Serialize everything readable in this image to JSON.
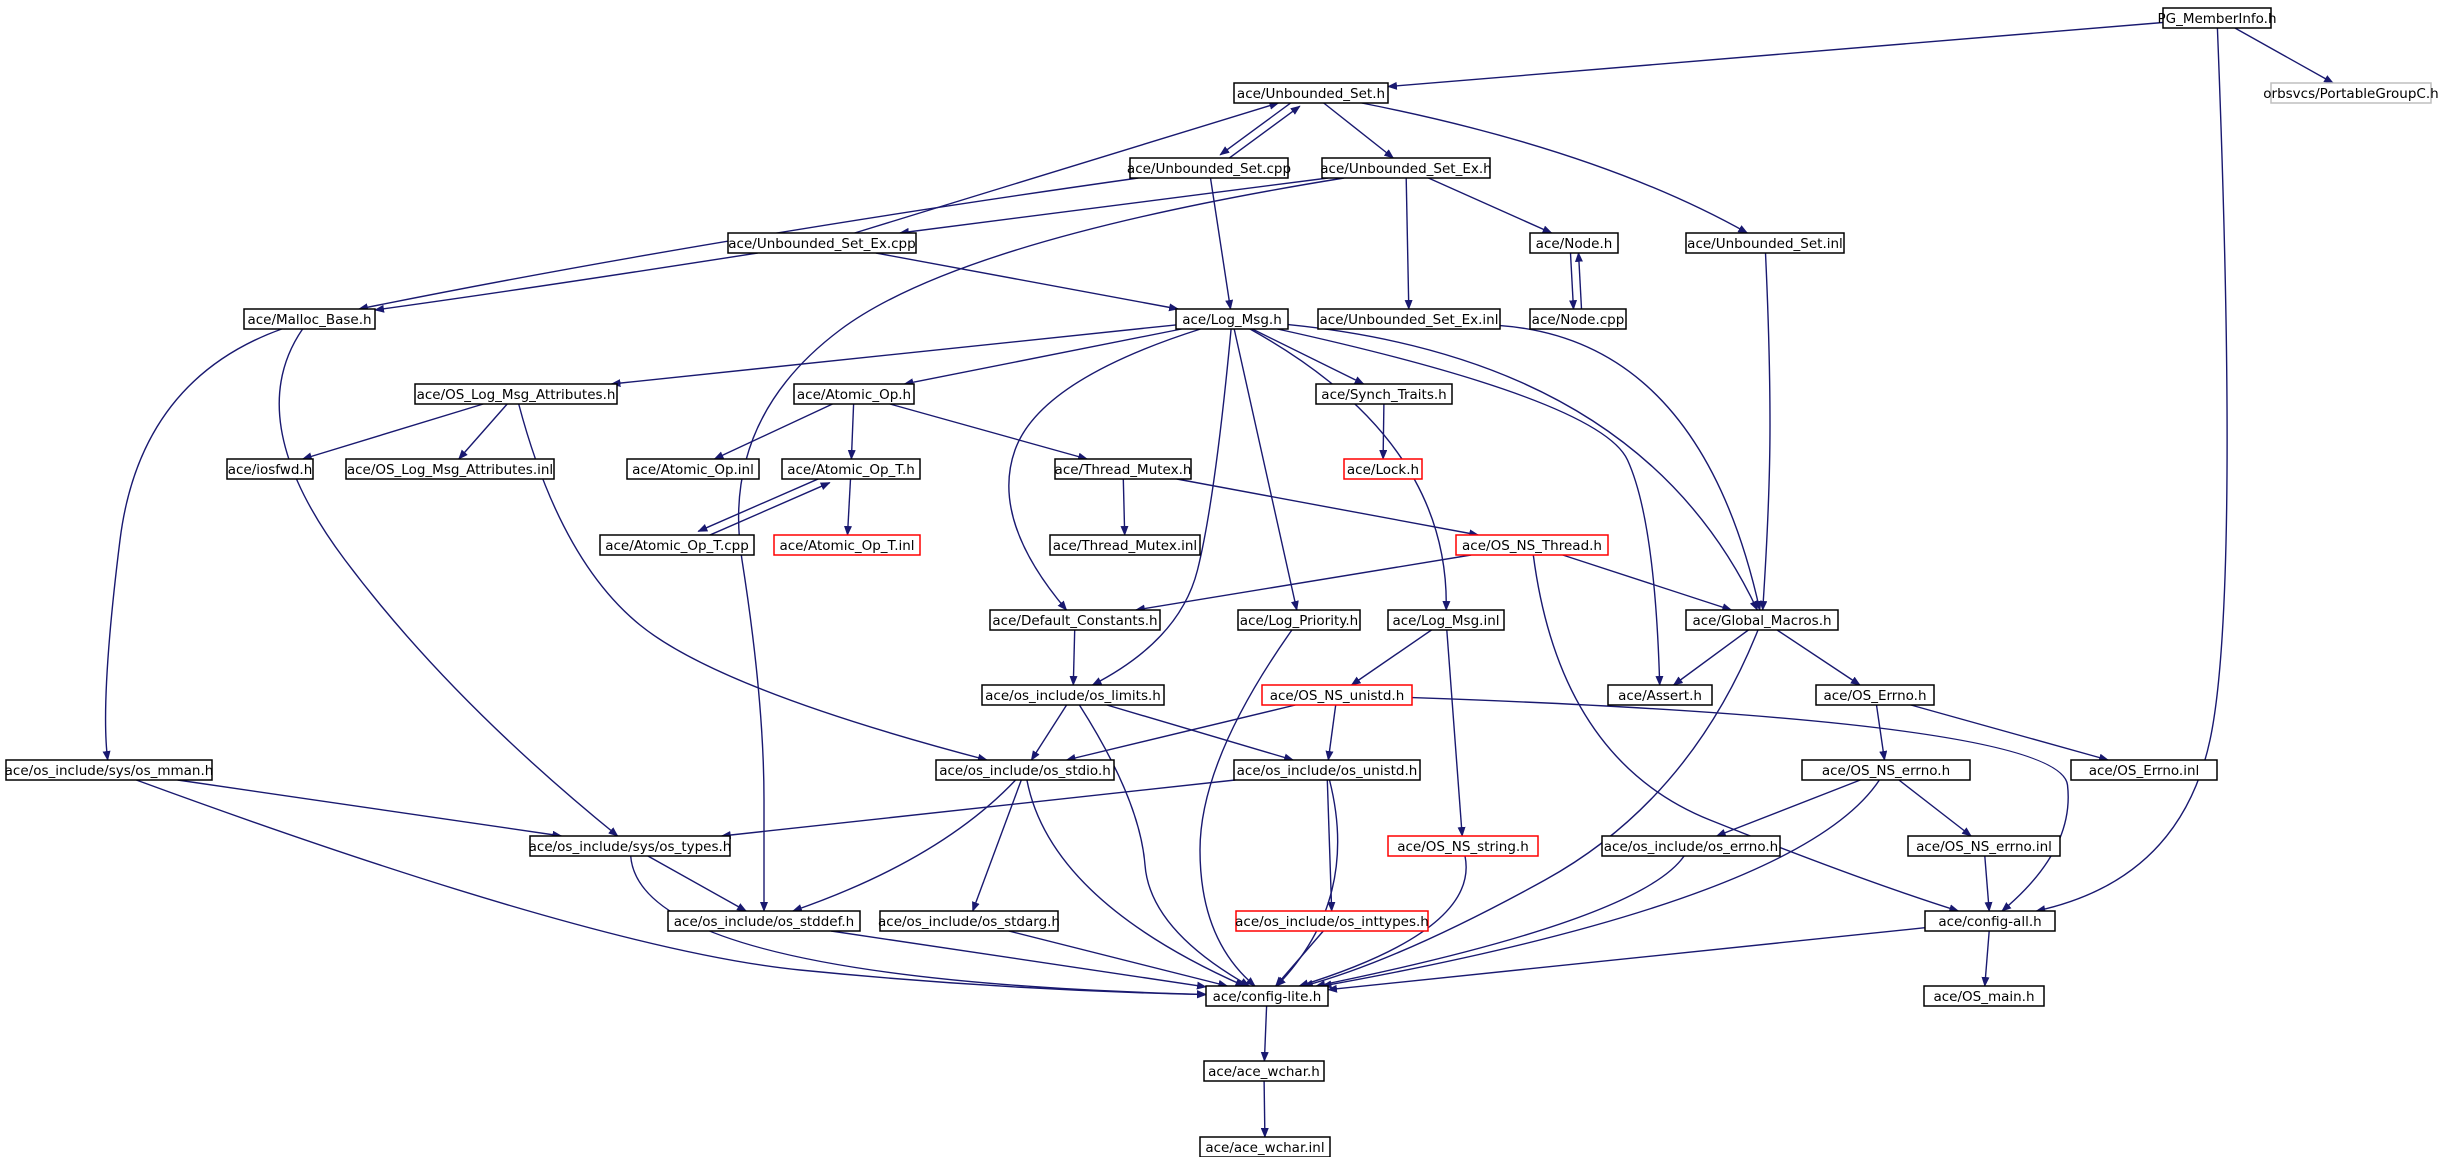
{
  "colors": {
    "edge": "#191970",
    "node_border": "#000000",
    "node_border_red": "#ff0000",
    "node_border_grey": "#bfbfbf",
    "root_fill": "#bfbfbf"
  },
  "nodes": [
    {
      "id": "pgmember",
      "label": "PG_MemberInfo.h",
      "style": "root"
    },
    {
      "id": "ubset",
      "label": "ace/Unbounded_Set.h"
    },
    {
      "id": "portable",
      "label": "orbsvcs/PortableGroupC.h",
      "style": "grey"
    },
    {
      "id": "ubsetcpp",
      "label": "ace/Unbounded_Set.cpp"
    },
    {
      "id": "ubsetex",
      "label": "ace/Unbounded_Set_Ex.h"
    },
    {
      "id": "ubsetexcpp",
      "label": "ace/Unbounded_Set_Ex.cpp"
    },
    {
      "id": "node",
      "label": "ace/Node.h"
    },
    {
      "id": "ubsetinl",
      "label": "ace/Unbounded_Set.inl"
    },
    {
      "id": "malloc",
      "label": "ace/Malloc_Base.h"
    },
    {
      "id": "logmsg",
      "label": "ace/Log_Msg.h"
    },
    {
      "id": "ubsetexinl",
      "label": "ace/Unbounded_Set_Ex.inl"
    },
    {
      "id": "nodecpp",
      "label": "ace/Node.cpp"
    },
    {
      "id": "oslogattr",
      "label": "ace/OS_Log_Msg_Attributes.h"
    },
    {
      "id": "atomicop",
      "label": "ace/Atomic_Op.h"
    },
    {
      "id": "synch",
      "label": "ace/Synch_Traits.h"
    },
    {
      "id": "iosfwd",
      "label": "ace/iosfwd.h"
    },
    {
      "id": "oslogattrinl",
      "label": "ace/OS_Log_Msg_Attributes.inl"
    },
    {
      "id": "atomicopinl",
      "label": "ace/Atomic_Op.inl"
    },
    {
      "id": "atomicopt",
      "label": "ace/Atomic_Op_T.h"
    },
    {
      "id": "threadmutex",
      "label": "ace/Thread_Mutex.h"
    },
    {
      "id": "lock",
      "label": "ace/Lock.h",
      "style": "red"
    },
    {
      "id": "atomicoptcpp",
      "label": "ace/Atomic_Op_T.cpp"
    },
    {
      "id": "atomicoptinl",
      "label": "ace/Atomic_Op_T.inl",
      "style": "red"
    },
    {
      "id": "threadmutexinl",
      "label": "ace/Thread_Mutex.inl"
    },
    {
      "id": "osnsthread",
      "label": "ace/OS_NS_Thread.h",
      "style": "red"
    },
    {
      "id": "defconst",
      "label": "ace/Default_Constants.h"
    },
    {
      "id": "logprio",
      "label": "ace/Log_Priority.h"
    },
    {
      "id": "logmsginl",
      "label": "ace/Log_Msg.inl"
    },
    {
      "id": "globalmacros",
      "label": "ace/Global_Macros.h"
    },
    {
      "id": "oslimits",
      "label": "ace/os_include/os_limits.h"
    },
    {
      "id": "osnsunistd",
      "label": "ace/OS_NS_unistd.h",
      "style": "red"
    },
    {
      "id": "assert",
      "label": "ace/Assert.h"
    },
    {
      "id": "oserrno",
      "label": "ace/OS_Errno.h"
    },
    {
      "id": "osmman",
      "label": "ace/os_include/sys/os_mman.h"
    },
    {
      "id": "osstdio",
      "label": "ace/os_include/os_stdio.h"
    },
    {
      "id": "osunistd",
      "label": "ace/os_include/os_unistd.h"
    },
    {
      "id": "osnserrno",
      "label": "ace/OS_NS_errno.h"
    },
    {
      "id": "oserrnoinl",
      "label": "ace/OS_Errno.inl"
    },
    {
      "id": "ostypes",
      "label": "ace/os_include/sys/os_types.h"
    },
    {
      "id": "osnsstring",
      "label": "ace/OS_NS_string.h",
      "style": "red"
    },
    {
      "id": "oserrnoh",
      "label": "ace/os_include/os_errno.h"
    },
    {
      "id": "osnserrnoinl",
      "label": "ace/OS_NS_errno.inl"
    },
    {
      "id": "osstddef",
      "label": "ace/os_include/os_stddef.h"
    },
    {
      "id": "osstdarg",
      "label": "ace/os_include/os_stdarg.h"
    },
    {
      "id": "osinttypes",
      "label": "ace/os_include/os_inttypes.h",
      "style": "red"
    },
    {
      "id": "configall",
      "label": "ace/config-all.h"
    },
    {
      "id": "configlite",
      "label": "ace/config-lite.h"
    },
    {
      "id": "osmain",
      "label": "ace/OS_main.h"
    },
    {
      "id": "acewchar",
      "label": "ace/ace_wchar.h"
    },
    {
      "id": "acewcharinl",
      "label": "ace/ace_wchar.inl"
    }
  ],
  "edges": [
    [
      "pgmember",
      "ubset"
    ],
    [
      "pgmember",
      "portable"
    ],
    [
      "pgmember",
      "configall"
    ],
    [
      "ubset",
      "ubsetcpp"
    ],
    [
      "ubsetcpp",
      "ubset"
    ],
    [
      "ubset",
      "ubsetex"
    ],
    [
      "ubset",
      "ubsetinl"
    ],
    [
      "ubsetcpp",
      "malloc"
    ],
    [
      "ubsetcpp",
      "logmsg"
    ],
    [
      "ubsetex",
      "ubsetexcpp"
    ],
    [
      "ubsetex",
      "node"
    ],
    [
      "ubsetex",
      "ubsetexinl"
    ],
    [
      "ubsetex",
      "osstddef"
    ],
    [
      "ubsetexcpp",
      "ubset"
    ],
    [
      "ubsetexcpp",
      "malloc"
    ],
    [
      "ubsetexcpp",
      "logmsg"
    ],
    [
      "node",
      "nodecpp"
    ],
    [
      "nodecpp",
      "node"
    ],
    [
      "ubsetinl",
      "globalmacros"
    ],
    [
      "ubsetexinl",
      "globalmacros"
    ],
    [
      "malloc",
      "osmman"
    ],
    [
      "malloc",
      "ostypes"
    ],
    [
      "logmsg",
      "oslogattr"
    ],
    [
      "logmsg",
      "atomicop"
    ],
    [
      "logmsg",
      "synch"
    ],
    [
      "logmsg",
      "defconst"
    ],
    [
      "logmsg",
      "oslimits"
    ],
    [
      "logmsg",
      "logprio"
    ],
    [
      "logmsg",
      "logmsginl"
    ],
    [
      "logmsg",
      "assert"
    ],
    [
      "logmsg",
      "globalmacros"
    ],
    [
      "oslogattr",
      "iosfwd"
    ],
    [
      "oslogattr",
      "oslogattrinl"
    ],
    [
      "oslogattr",
      "osstdio"
    ],
    [
      "atomicop",
      "atomicopinl"
    ],
    [
      "atomicop",
      "atomicopt"
    ],
    [
      "atomicop",
      "threadmutex"
    ],
    [
      "atomicopt",
      "atomicoptcpp"
    ],
    [
      "atomicoptcpp",
      "atomicopt"
    ],
    [
      "atomicopt",
      "atomicoptinl"
    ],
    [
      "synch",
      "lock"
    ],
    [
      "threadmutex",
      "threadmutexinl"
    ],
    [
      "threadmutex",
      "osnsthread"
    ],
    [
      "osnsthread",
      "defconst"
    ],
    [
      "osnsthread",
      "globalmacros"
    ],
    [
      "osnsthread",
      "configall"
    ],
    [
      "defconst",
      "oslimits"
    ],
    [
      "logprio",
      "configlite"
    ],
    [
      "logmsginl",
      "osnsunistd"
    ],
    [
      "logmsginl",
      "osnsstring"
    ],
    [
      "globalmacros",
      "assert"
    ],
    [
      "globalmacros",
      "oserrno"
    ],
    [
      "globalmacros",
      "configlite"
    ],
    [
      "oslimits",
      "osstdio"
    ],
    [
      "oslimits",
      "osunistd"
    ],
    [
      "oslimits",
      "configlite"
    ],
    [
      "osnsunistd",
      "osstdio"
    ],
    [
      "osnsunistd",
      "osunistd"
    ],
    [
      "osnsunistd",
      "configall"
    ],
    [
      "oserrno",
      "osnserrno"
    ],
    [
      "oserrno",
      "oserrnoinl"
    ],
    [
      "osmman",
      "ostypes"
    ],
    [
      "osmman",
      "configlite"
    ],
    [
      "osstdio",
      "osstddef"
    ],
    [
      "osstdio",
      "osstdarg"
    ],
    [
      "osstdio",
      "configlite"
    ],
    [
      "osunistd",
      "ostypes"
    ],
    [
      "osunistd",
      "osinttypes"
    ],
    [
      "osunistd",
      "configlite"
    ],
    [
      "osnserrno",
      "oserrnoh"
    ],
    [
      "osnserrno",
      "osnserrnoinl"
    ],
    [
      "osnserrno",
      "configlite"
    ],
    [
      "ostypes",
      "osstddef"
    ],
    [
      "ostypes",
      "configlite"
    ],
    [
      "osnsstring",
      "configlite"
    ],
    [
      "oserrnoh",
      "configlite"
    ],
    [
      "osnserrnoinl",
      "configall"
    ],
    [
      "osstddef",
      "configlite"
    ],
    [
      "osstdarg",
      "configlite"
    ],
    [
      "osinttypes",
      "configlite"
    ],
    [
      "configall",
      "configlite"
    ],
    [
      "configall",
      "osmain"
    ],
    [
      "configlite",
      "acewchar"
    ],
    [
      "acewchar",
      "acewcharinl"
    ]
  ]
}
